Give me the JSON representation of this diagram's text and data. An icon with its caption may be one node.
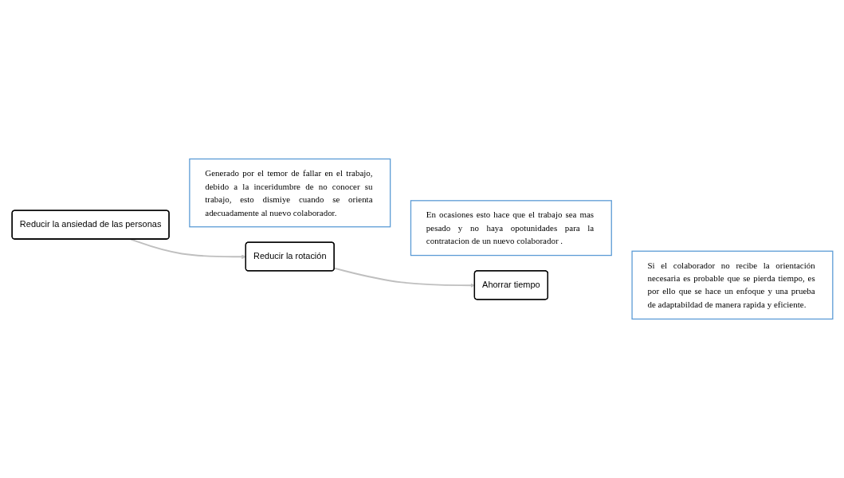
{
  "diagram": {
    "nodes": [
      {
        "text": [
          "Reducir la ansiedad de las personas"
        ]
      },
      {
        "text": [
          "Generado por el temor de fallar en el trabajo, debido a la inceridumbre de no conocer su trabajo, esto dismiye cuando se orienta adecuadamente al nuevo colaborador."
        ]
      },
      {
        "text": [
          "Reducir la rotación"
        ]
      },
      {
        "text": [
          "En ocasiones esto hace que el trabajo sea mas pesado y no haya opotunidades para la contratacion de un nuevo colaborador ."
        ]
      },
      {
        "text": [
          "Ahorrar tiempo"
        ]
      },
      {
        "text": [
          "Si el colaborador no recibe la orientación necesaria es probable que se pierda tiempo, es por ello que se hace un enfoque y una prueba de adaptabildad de manera rapida y eficiente."
        ]
      }
    ],
    "edges": [
      {
        "from": 0,
        "to": 2,
        "arrow": "to"
      },
      {
        "from": 2,
        "to": 4,
        "arrow": "to"
      }
    ]
  }
}
